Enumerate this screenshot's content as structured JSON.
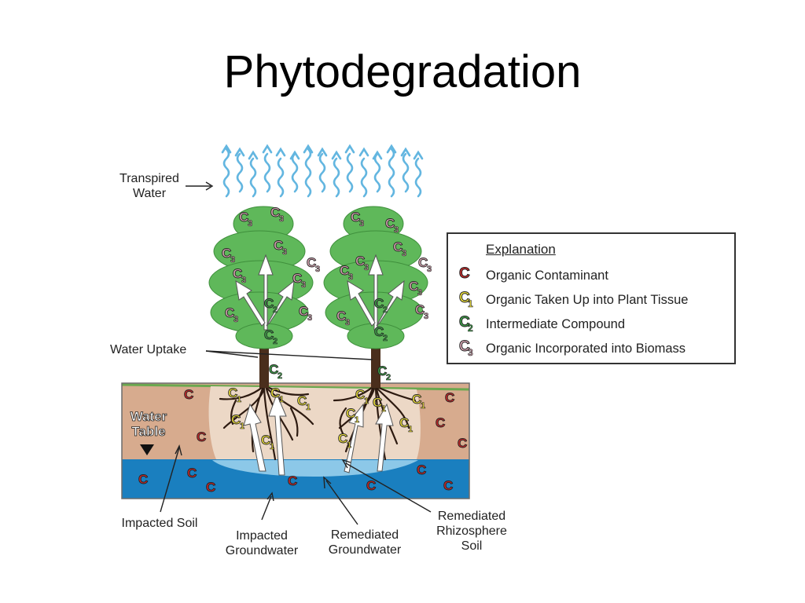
{
  "title": "Phytodegradation",
  "labels": {
    "transpired": [
      "Transpired",
      "Water"
    ],
    "water_uptake": "Water Uptake",
    "water_table": [
      "Water",
      "Table"
    ],
    "impacted_soil": "Impacted Soil",
    "impacted_gw": [
      "Impacted",
      "Groundwater"
    ],
    "remediated_gw": [
      "Remediated",
      "Groundwater"
    ],
    "remediated_rs": [
      "Remediated",
      "Rhizosphere",
      "Soil"
    ]
  },
  "legend": {
    "title": "Explanation",
    "items": [
      {
        "symbol": "C",
        "sub": "",
        "text": "Organic Contaminant",
        "color": "#c62828"
      },
      {
        "symbol": "C",
        "sub": "1",
        "text": "Organic Taken Up into Plant Tissue",
        "color": "#f2e43a"
      },
      {
        "symbol": "C",
        "sub": "2",
        "text": "Intermediate Compound",
        "color": "#3fa24a"
      },
      {
        "symbol": "C",
        "sub": "3",
        "text": "Organic Incorporated into Biomass",
        "color": "#d9a6b4"
      }
    ]
  },
  "marker": {
    "letter": "C",
    "sub1": "1",
    "sub2": "2",
    "sub3": "3"
  },
  "colors": {
    "soil_impacted": "#d7ab8e",
    "soil_remediated": "#ecd8c6",
    "groundwater": "#1a7fbf",
    "groundwater_remediated": "#8cc8e8",
    "foliage": "#5fb85a",
    "trunk": "#4a2e1c",
    "water_vapor": "#63b6e0",
    "contaminant": "#c62828",
    "c1": "#f2e43a",
    "c2": "#3fa24a",
    "c3": "#d9a6b4"
  }
}
